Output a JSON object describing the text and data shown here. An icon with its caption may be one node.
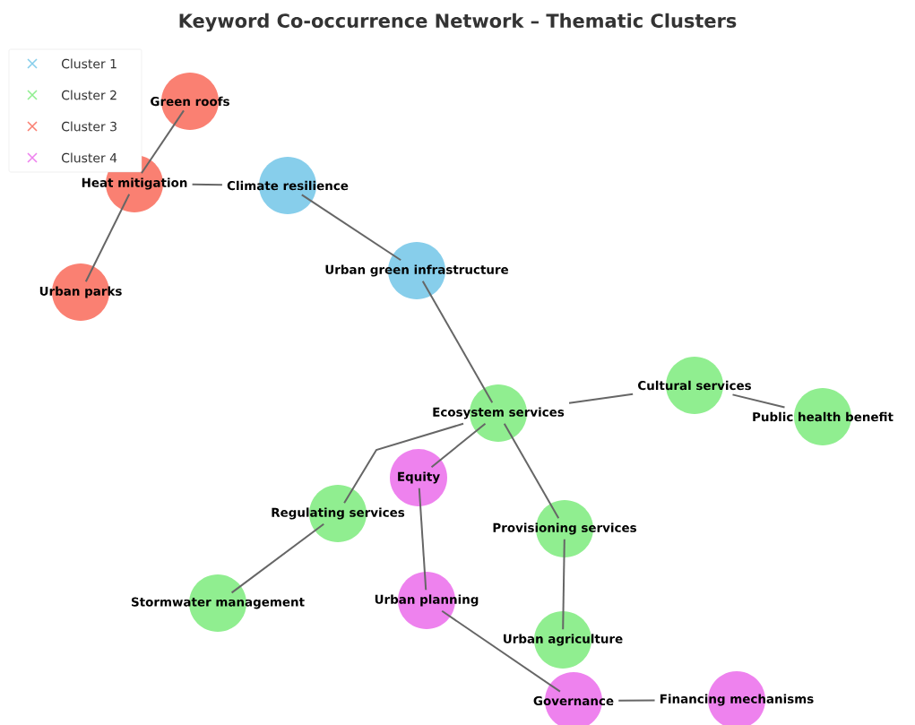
{
  "diagram": {
    "title": "Keyword Co-occurrence Network – Thematic Clusters",
    "nodes": [
      {
        "text": [
          "Green roofs"
        ]
      },
      {
        "text": [
          "Heat mitigation"
        ]
      },
      {
        "text": [
          "Climate resilience"
        ]
      },
      {
        "text": [
          "Urban parks"
        ]
      },
      {
        "text": [
          "Urban green infrastructure"
        ]
      },
      {
        "text": [
          "Cultural services"
        ]
      },
      {
        "text": [
          "Ecosystem services"
        ]
      },
      {
        "text": [
          "Public health benefit"
        ]
      },
      {
        "text": [
          "Equity"
        ]
      },
      {
        "text": [
          "Regulating services"
        ]
      },
      {
        "text": [
          "Provisioning services"
        ]
      },
      {
        "text": [
          "Stormwater management"
        ]
      },
      {
        "text": [
          "Urban planning"
        ]
      },
      {
        "text": [
          "Urban agriculture"
        ]
      },
      {
        "text": [
          "Governance"
        ]
      },
      {
        "text": [
          "Financing mechanisms"
        ]
      }
    ],
    "edges": [
      {
        "from": 0,
        "to": 1,
        "arrow": "none"
      },
      {
        "from": 1,
        "to": 2,
        "arrow": "none"
      },
      {
        "from": 1,
        "to": 3,
        "arrow": "none"
      },
      {
        "from": 2,
        "to": 4,
        "arrow": "none"
      },
      {
        "from": 4,
        "to": 6,
        "arrow": "none"
      },
      {
        "from": 6,
        "to": 5,
        "arrow": "none"
      },
      {
        "from": 5,
        "to": 7,
        "arrow": "none"
      },
      {
        "from": 6,
        "to": 8,
        "arrow": "none"
      },
      {
        "from": 6,
        "to": 9,
        "arrow": "none"
      },
      {
        "from": 6,
        "to": 10,
        "arrow": "none"
      },
      {
        "from": 8,
        "to": 12,
        "arrow": "none"
      },
      {
        "from": 9,
        "to": 11,
        "arrow": "none"
      },
      {
        "from": 10,
        "to": 13,
        "arrow": "none"
      },
      {
        "from": 12,
        "to": 14,
        "arrow": "none"
      },
      {
        "from": 14,
        "to": 15,
        "arrow": "none"
      }
    ],
    "legend": [
      {
        "text": "Cluster 1",
        "color": "#87ceeb"
      },
      {
        "text": "Cluster 2",
        "color": "#90ee90"
      },
      {
        "text": "Cluster 3",
        "color": "#fa8072"
      },
      {
        "text": "Cluster 4",
        "color": "#ee82ee"
      }
    ]
  }
}
